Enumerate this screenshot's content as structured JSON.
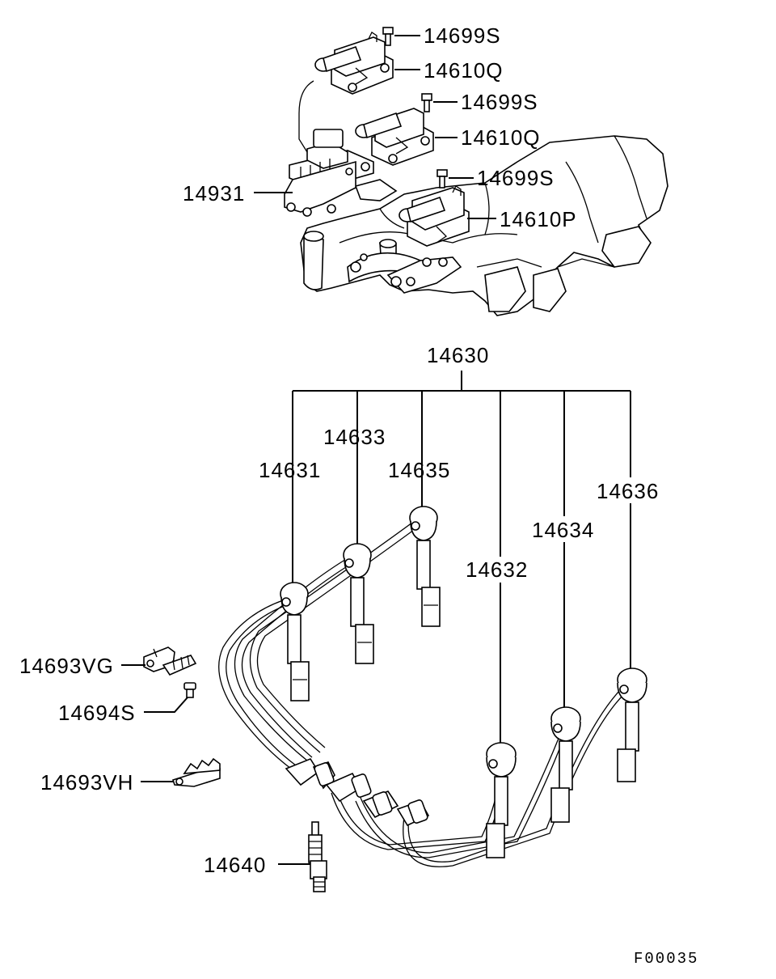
{
  "callouts": {
    "c14699S_a": "14699S",
    "c14610Q_a": "14610Q",
    "c14699S_b": "14699S",
    "c14610Q_b": "14610Q",
    "c14699S_c": "14699S",
    "c14931": "14931",
    "c14610P": "14610P",
    "c14630": "14630",
    "c14633": "14633",
    "c14631": "14631",
    "c14635": "14635",
    "c14636": "14636",
    "c14634": "14634",
    "c14632": "14632",
    "c14693VG": "14693VG",
    "c14694S": "14694S",
    "c14693VH": "14693VH",
    "c14640": "14640"
  },
  "figure_code": "F00035"
}
